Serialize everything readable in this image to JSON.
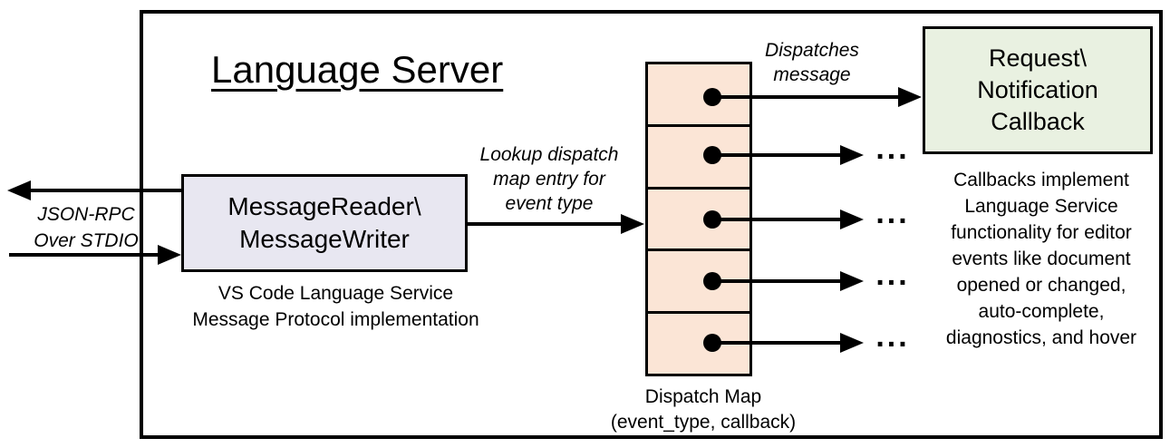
{
  "diagram": {
    "title": "Language Server",
    "io_label": {
      "line1": "JSON-RPC",
      "line2": "Over STDIO"
    },
    "reader_box": {
      "line1": "MessageReader\\",
      "line2": "MessageWriter"
    },
    "reader_caption": {
      "line1": "VS Code Language Service",
      "line2": "Message Protocol implementation"
    },
    "lookup_label": {
      "line1": "Lookup dispatch",
      "line2": "map entry for",
      "line3": "event type"
    },
    "dispatches_label": {
      "line1": "Dispatches",
      "line2": "message"
    },
    "callback_box": {
      "line1": "Request\\",
      "line2": "Notification",
      "line3": "Callback"
    },
    "dispatch_map": {
      "cell_count": 5,
      "caption_line1": "Dispatch Map",
      "caption_line2": "(event_type, callback)"
    },
    "callbacks_note": {
      "lines": [
        "Callbacks implement",
        "Language Service",
        "functionality for editor",
        "events like document",
        "opened or changed,",
        "auto-complete,",
        "diagnostics, and hover"
      ]
    },
    "ellipsis": "..."
  },
  "colors": {
    "reader_box_fill": "#E8E7F1",
    "dispatch_cell_fill": "#FBE5D6",
    "callback_box_fill": "#E9F1E1",
    "line_color": "#000000"
  }
}
